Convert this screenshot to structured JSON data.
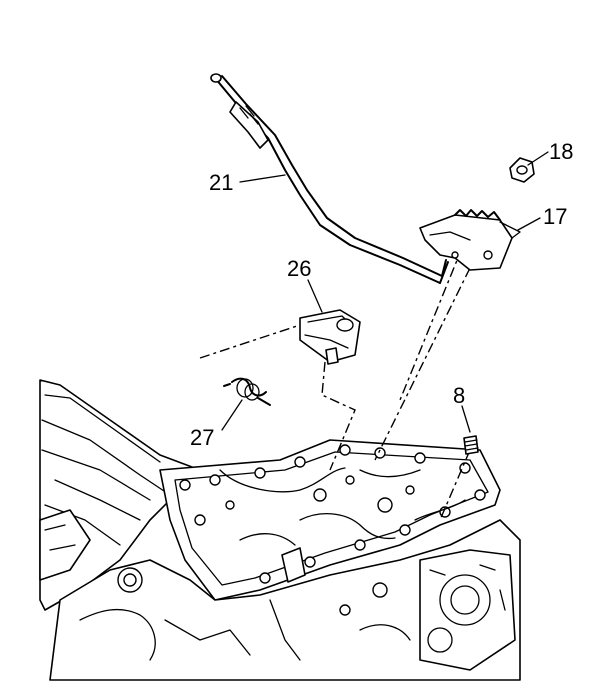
{
  "callouts": {
    "c18": "18",
    "c17": "17",
    "c21": "21",
    "c26": "26",
    "c27": "27",
    "c8": "8"
  }
}
